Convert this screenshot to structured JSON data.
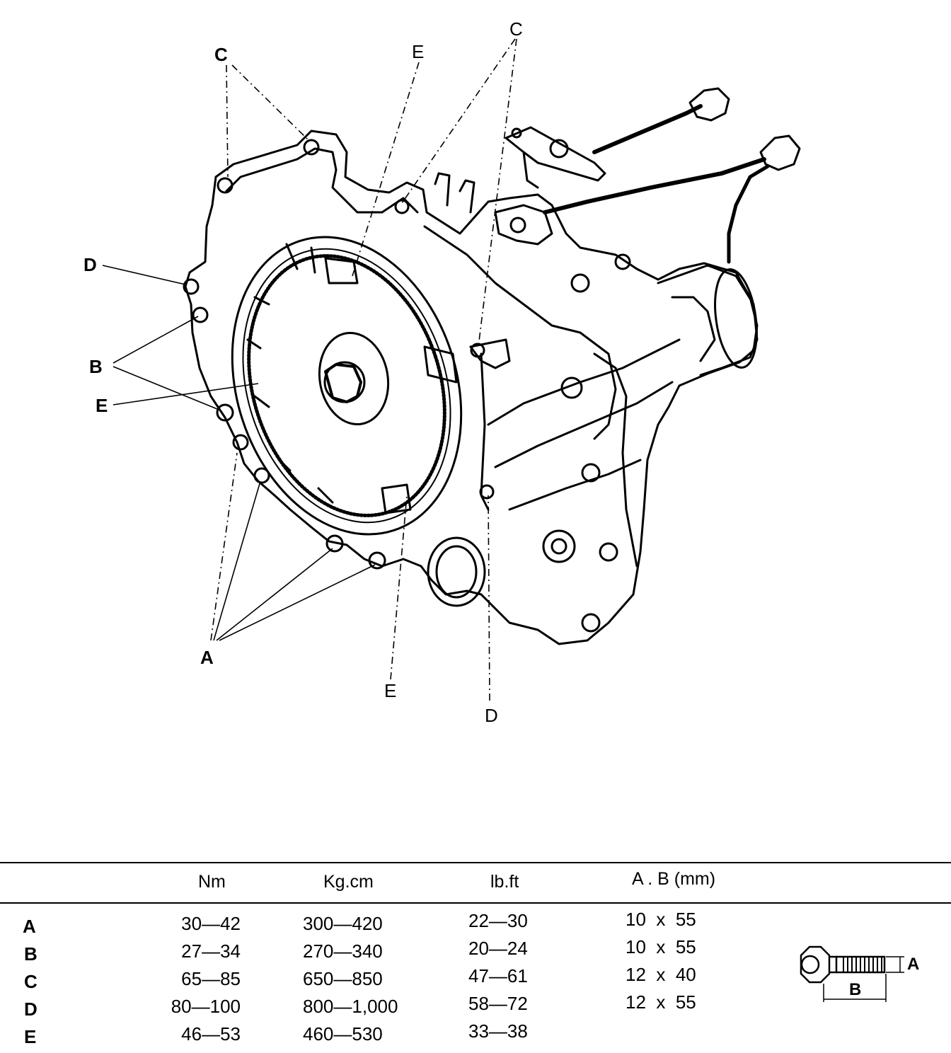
{
  "diagram": {
    "callouts": {
      "c_top_left": "C",
      "e_top": "E",
      "c_top_right": "C",
      "d_left": "D",
      "b_left": "B",
      "e_left": "E",
      "a_bottom": "A",
      "e_bottom": "E",
      "d_bottom": "D"
    }
  },
  "table": {
    "headers": [
      "Nm",
      "Kg.cm",
      "lb.ft",
      "A . B (mm)"
    ],
    "rows": [
      {
        "label": "A",
        "nm": "30—42",
        "kgcm": "300—420",
        "lbft": "22—30",
        "ab": "10  x  55"
      },
      {
        "label": "B",
        "nm": "27—34",
        "kgcm": "270—340",
        "lbft": "20—24",
        "ab": "10  x  55"
      },
      {
        "label": "C",
        "nm": "65—85",
        "kgcm": "650—850",
        "lbft": "47—61",
        "ab": "12  x  40"
      },
      {
        "label": "D",
        "nm": "80—100",
        "kgcm": "800—1,000",
        "lbft": "58—72",
        "ab": "12  x  55"
      },
      {
        "label": "E",
        "nm": "46—53",
        "kgcm": "460—530",
        "lbft": "33—38",
        "ab": ""
      }
    ]
  },
  "bolt": {
    "label_a": "A",
    "label_b": "B"
  }
}
